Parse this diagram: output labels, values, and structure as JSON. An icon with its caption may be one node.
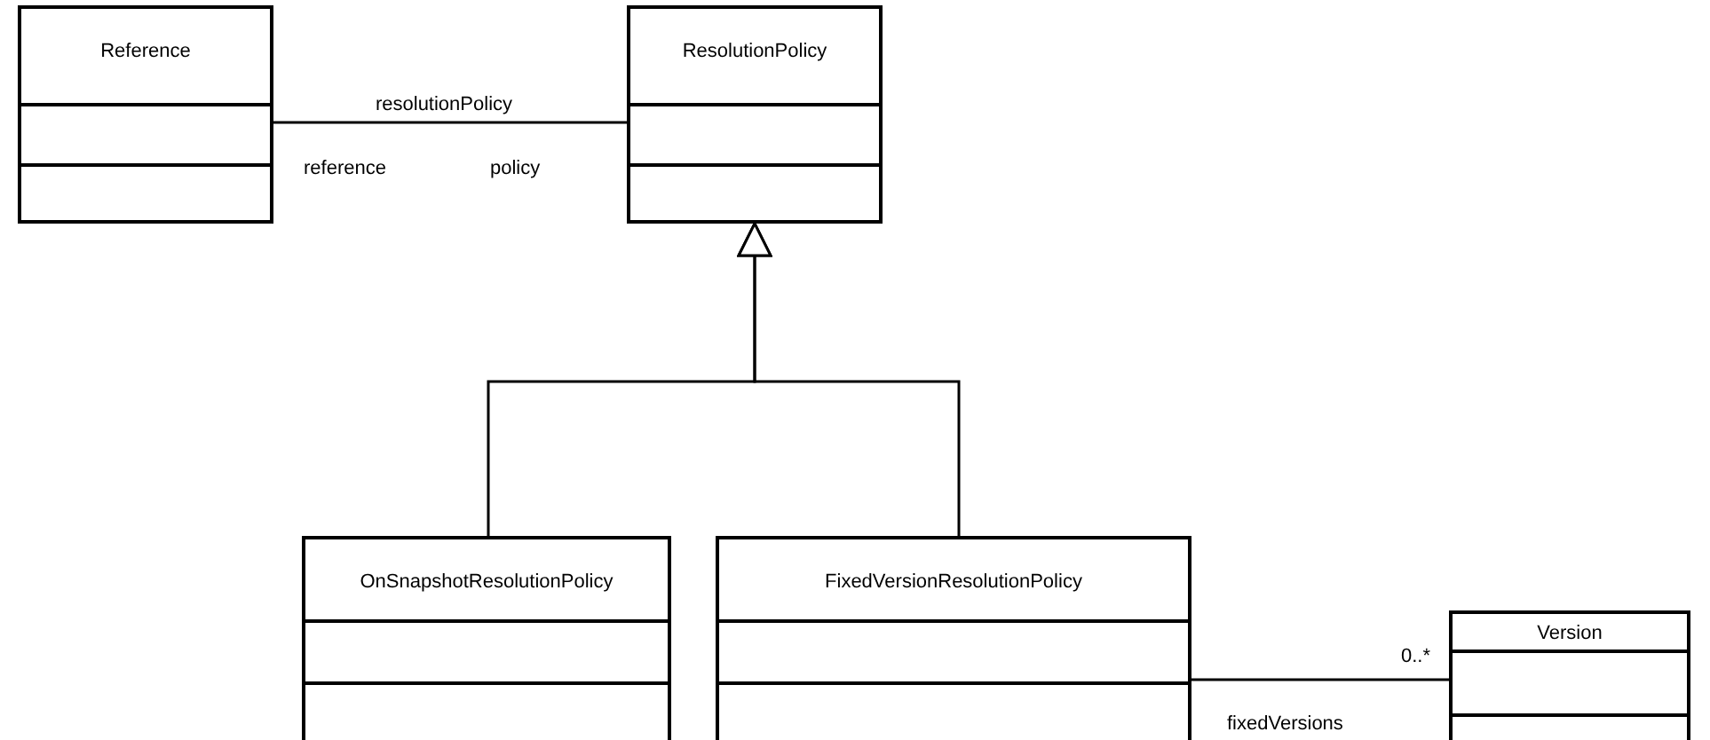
{
  "diagram": {
    "nodes": [
      {
        "text": [
          "Reference"
        ]
      },
      {
        "text": [
          "ResolutionPolicy"
        ]
      },
      {
        "text": [
          "OnSnapshotResolutionPolicy"
        ]
      },
      {
        "text": [
          "FixedVersionResolutionPolicy"
        ]
      },
      {
        "text": [
          "Version"
        ]
      }
    ],
    "edges": [
      {
        "from": 0,
        "to": 1,
        "arrow": "none",
        "label": "resolutionPolicy"
      },
      {
        "from": 2,
        "to": 1,
        "arrow": "to"
      },
      {
        "from": 3,
        "to": 1,
        "arrow": "to"
      },
      {
        "from": 3,
        "to": 4,
        "arrow": "none"
      }
    ],
    "labels": [
      "reference",
      "policy",
      "0..*",
      "fixedVersions"
    ]
  }
}
